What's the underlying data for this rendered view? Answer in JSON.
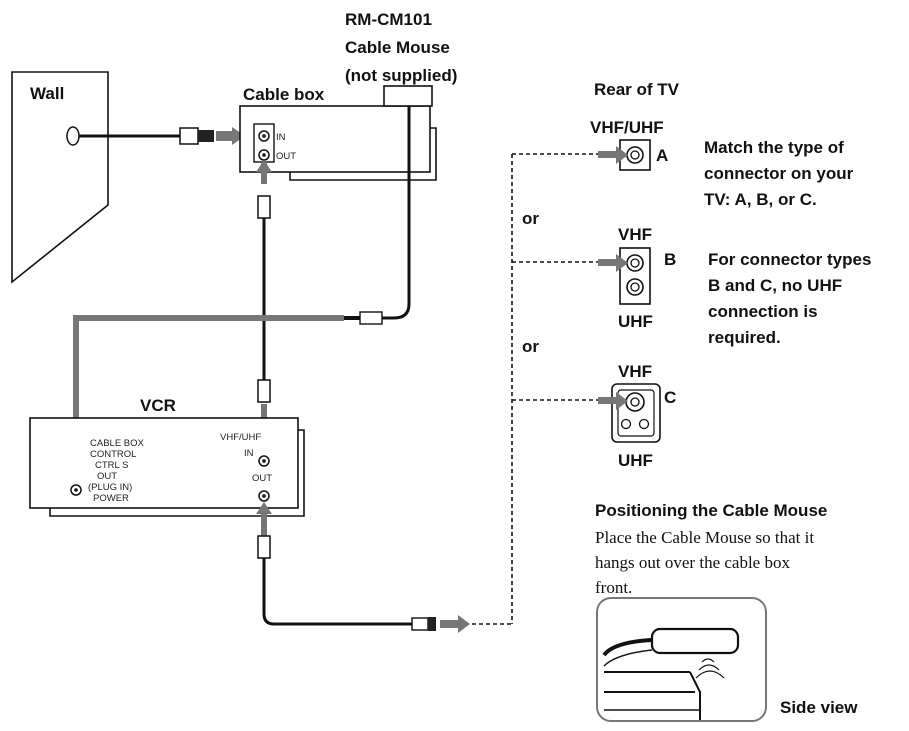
{
  "labels": {
    "model": "RM-CM101",
    "cable_mouse": "Cable Mouse",
    "not_supplied": "(not supplied)",
    "wall": "Wall",
    "cable_box": "Cable box",
    "rear_tv": "Rear of TV",
    "vhf_uhf": "VHF/UHF",
    "a": "A",
    "b": "B",
    "c": "C",
    "vhf_b": "VHF",
    "uhf_b": "UHF",
    "vhf_c": "VHF",
    "uhf_c": "UHF",
    "or1": "or",
    "or2": "or",
    "vcr": "VCR",
    "cable_in": "IN",
    "cable_out": "OUT",
    "vcr_vhfuhf": "VHF/UHF",
    "vcr_in": "IN",
    "vcr_out": "OUT",
    "ctrl1": "CABLE BOX",
    "ctrl2": "CONTROL",
    "ctrl3": "CTRL S",
    "ctrl4": "OUT",
    "ctrl5": "(PLUG IN)",
    "ctrl6": "POWER",
    "side_view": "Side view"
  },
  "notes": {
    "match_1": "Match the type of",
    "match_2": "connector on your",
    "match_3": "TV: A, B, or C.",
    "types_1": "For connector types",
    "types_2": "B and C, no UHF",
    "types_3": "connection is",
    "types_4": "required.",
    "pos_title": "Positioning the Cable Mouse",
    "pos_1": "Place the Cable Mouse so that it",
    "pos_2": "hangs out over the cable box",
    "pos_3": "front."
  }
}
